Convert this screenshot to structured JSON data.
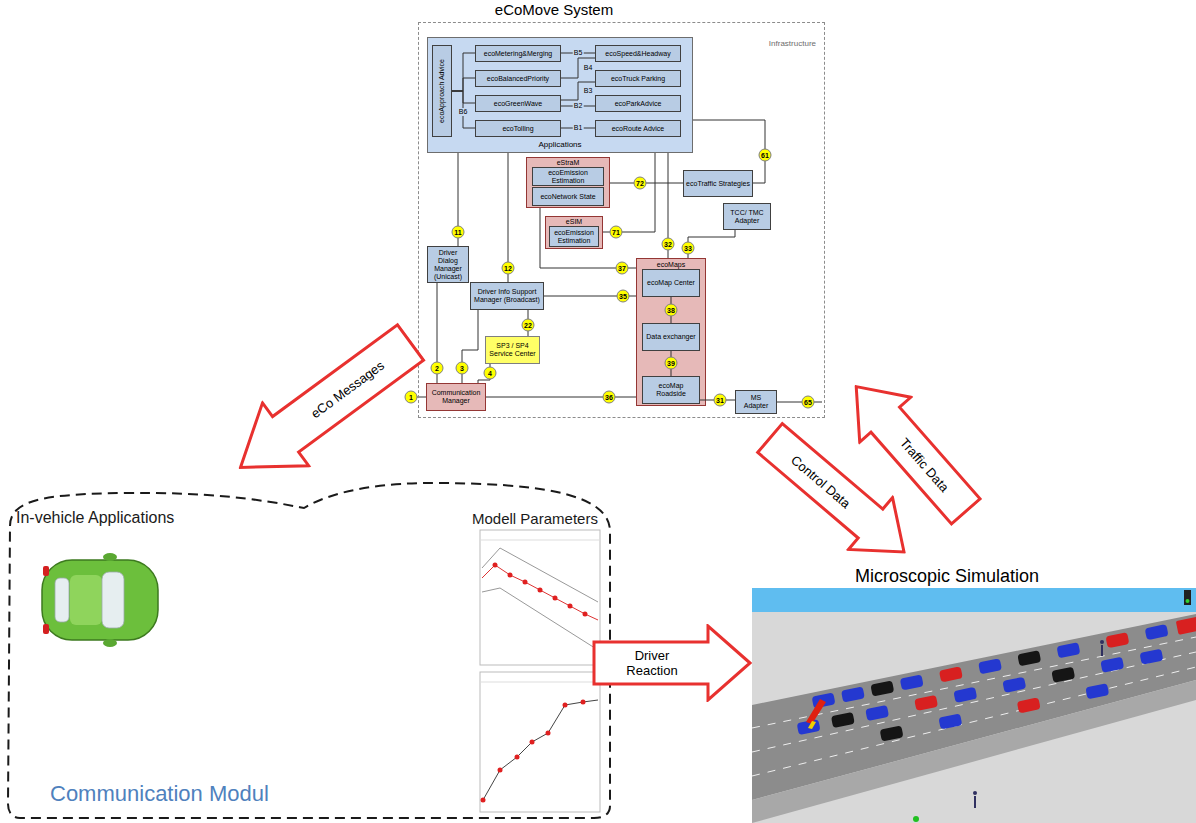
{
  "diagram": {
    "nodes": [
      {
        "text": [
          "eCoMove System",
          "Infrastructure"
        ]
      },
      {
        "text": [
          "Applications"
        ],
        "in": 0
      },
      {
        "text": [
          "ecoApproach Advice"
        ],
        "in": 1
      },
      {
        "text": [
          "ecoMetering&Merging"
        ],
        "in": 1
      },
      {
        "text": [
          "ecoBalancedPriority"
        ],
        "in": 1
      },
      {
        "text": [
          "ecoGreenWave"
        ],
        "in": 1
      },
      {
        "text": [
          "ecoTolling"
        ],
        "in": 1
      },
      {
        "text": [
          "ecoSpeed&Headway"
        ],
        "in": 1
      },
      {
        "text": [
          "ecoTruck Parking"
        ],
        "in": 1
      },
      {
        "text": [
          "ecoParkAdvice"
        ],
        "in": 1
      },
      {
        "text": [
          "ecoRoute Advice"
        ],
        "in": 1
      },
      {
        "text": [
          "eStraM"
        ],
        "in": 0
      },
      {
        "text": [
          "ecoEmission Estimation"
        ],
        "in": 11
      },
      {
        "text": [
          "ecoNetwork State"
        ],
        "in": 11
      },
      {
        "text": [
          "ecoTraffic Strategies"
        ],
        "in": 0
      },
      {
        "text": [
          "TCC/ TMC Adapter"
        ],
        "in": 0
      },
      {
        "text": [
          "eSIM"
        ],
        "in": 0
      },
      {
        "text": [
          "ecoEmission Estimation"
        ],
        "in": 16
      },
      {
        "text": [
          "ecoMaps"
        ],
        "in": 0
      },
      {
        "text": [
          "ecoMap Center"
        ],
        "in": 18
      },
      {
        "text": [
          "Data exchanger"
        ],
        "in": 18
      },
      {
        "text": [
          "ecoMap Roadside"
        ],
        "in": 18
      },
      {
        "text": [
          "Driver Dialog Manager (Unicast)"
        ],
        "in": 0
      },
      {
        "text": [
          "Driver Info Support Manager (Broadcast)"
        ],
        "in": 0
      },
      {
        "text": [
          "SP3 / SP4 Service Center"
        ],
        "in": 0
      },
      {
        "text": [
          "Communication Manager"
        ],
        "in": 0
      },
      {
        "text": [
          "MS Adapter"
        ],
        "in": 0
      },
      {
        "text": [
          "In-vehicle Applications",
          "Modell Parameters",
          "Communication Modul"
        ]
      },
      {
        "text": [
          "eCo Messages"
        ]
      },
      {
        "text": [
          "Traffic Data"
        ]
      },
      {
        "text": [
          "Control Data"
        ]
      },
      {
        "text": [
          "Driver Reaction"
        ]
      }
    ],
    "edges": [
      {
        "from": 1,
        "to": 22,
        "arrow": "none",
        "label": "11"
      },
      {
        "from": 1,
        "to": 23,
        "arrow": "none",
        "label": "12"
      },
      {
        "from": 22,
        "to": 25,
        "arrow": "none",
        "label": "2"
      },
      {
        "from": 23,
        "to": 25,
        "arrow": "none",
        "label": "3"
      },
      {
        "from": 24,
        "to": 25,
        "arrow": "none",
        "label": "4"
      },
      {
        "from": 23,
        "to": 24,
        "arrow": "none",
        "label": "22"
      },
      {
        "from": 23,
        "to": 18,
        "arrow": "none",
        "label": "35"
      },
      {
        "from": 11,
        "to": 14,
        "arrow": "none",
        "label": "72"
      },
      {
        "from": 14,
        "to": 1,
        "arrow": "none",
        "label": "61"
      },
      {
        "from": 1,
        "to": 16,
        "arrow": "none",
        "label": "71"
      },
      {
        "from": 1,
        "to": 18,
        "arrow": "none",
        "label": "32"
      },
      {
        "from": 15,
        "to": 18,
        "arrow": "none",
        "label": "33"
      },
      {
        "from": 11,
        "to": 18,
        "arrow": "none",
        "label": "37"
      },
      {
        "from": 19,
        "to": 20,
        "arrow": "none",
        "label": "38"
      },
      {
        "from": 20,
        "to": 21,
        "arrow": "none",
        "label": "39"
      },
      {
        "from": 25,
        "to": 18,
        "arrow": "none",
        "label": "36"
      },
      {
        "from": 21,
        "to": 26,
        "arrow": "none",
        "label": "31"
      },
      {
        "from": 2,
        "to": 3,
        "arrow": "none"
      },
      {
        "from": 2,
        "to": 4,
        "arrow": "none"
      },
      {
        "from": 2,
        "to": 5,
        "arrow": "none",
        "label": "B6"
      },
      {
        "from": 2,
        "to": 6,
        "arrow": "none"
      },
      {
        "from": 3,
        "to": 7,
        "arrow": "none",
        "label": "B5"
      },
      {
        "from": 4,
        "to": 7,
        "arrow": "none",
        "label": "B4"
      },
      {
        "from": 5,
        "to": 8,
        "arrow": "none",
        "label": "B3"
      },
      {
        "from": 5,
        "to": 9,
        "arrow": "none",
        "label": "B2"
      },
      {
        "from": 6,
        "to": 10,
        "arrow": "none",
        "label": "B1"
      }
    ],
    "labels": [
      "1",
      "65",
      "Microscopic Simulation"
    ]
  }
}
